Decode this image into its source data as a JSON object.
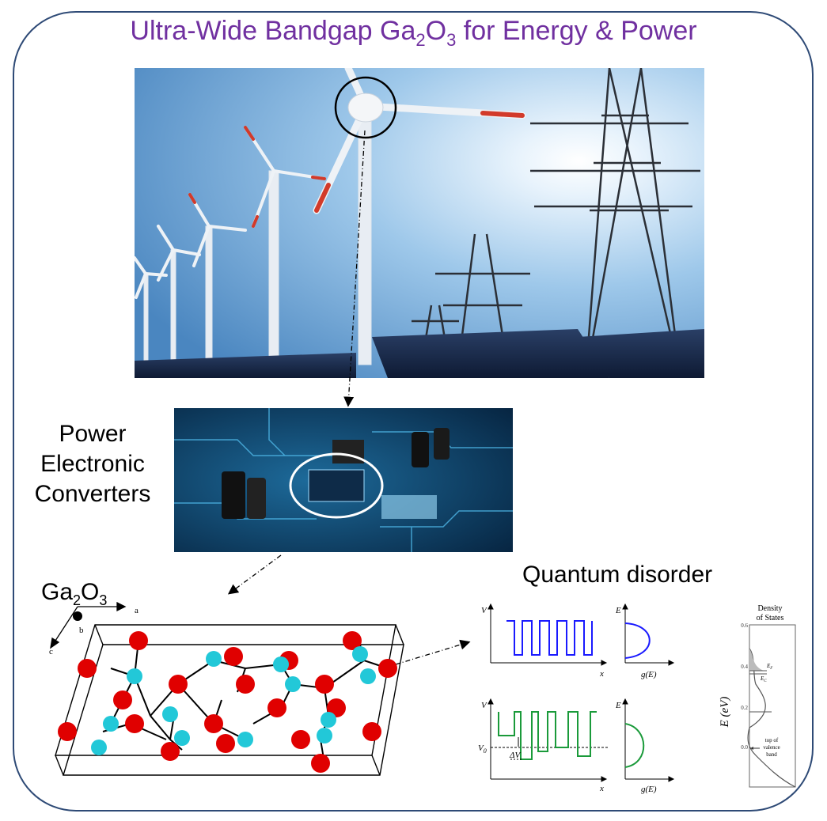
{
  "title": {
    "main": "Ultra-Wide Bandgap Ga",
    "sub1": "2",
    "mid": "O",
    "sub2": "3",
    "end": " for Energy & Power"
  },
  "labels": {
    "power_l1": "Power",
    "power_l2": "Electronic",
    "power_l3": "Converters",
    "ga2o3_main": "Ga",
    "ga2o3_sub1": "2",
    "ga2o3_mid": "O",
    "ga2o3_sub2": "3",
    "quantum": "Quantum disorder"
  },
  "crystal_axes": {
    "a": "a",
    "b": "b",
    "c": "c"
  },
  "plots": {
    "top_left": {
      "y": "V",
      "x": "x"
    },
    "top_right": {
      "y": "E",
      "x": "g(E)"
    },
    "bottom_left": {
      "y": "V",
      "x": "x",
      "v0": "V",
      "v0_sub": "0",
      "dv": "ΔV"
    },
    "bottom_right": {
      "y": "E",
      "x": "g(E)"
    }
  },
  "dos": {
    "title_l1": "Density",
    "title_l2": "of States",
    "ylabel": "E (eV)",
    "ticks": [
      "0.6",
      "0.4",
      "0.2",
      "0.0"
    ],
    "ef": "E",
    "ef_sub": "F",
    "ec": "E",
    "ec_sub": "C",
    "valence_l1": "top of",
    "valence_l2": "valence",
    "valence_l3": "band"
  },
  "colors": {
    "title": "#7030a0",
    "frame": "#2e4a76",
    "square_wave_top": "#1a1aff",
    "square_wave_bottom": "#1a9a3a",
    "oxygen": "#e00000",
    "gallium": "#22c8d8"
  }
}
